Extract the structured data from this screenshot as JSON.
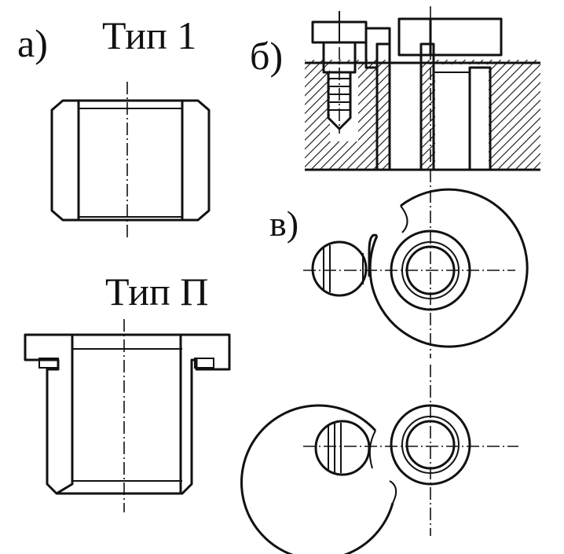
{
  "labels": {
    "a": "а)",
    "b": "б)",
    "v": "в)",
    "type1": "Тип 1",
    "type2": "Тип П"
  },
  "colors": {
    "ink": "#111111",
    "paper": "#ffffff"
  }
}
